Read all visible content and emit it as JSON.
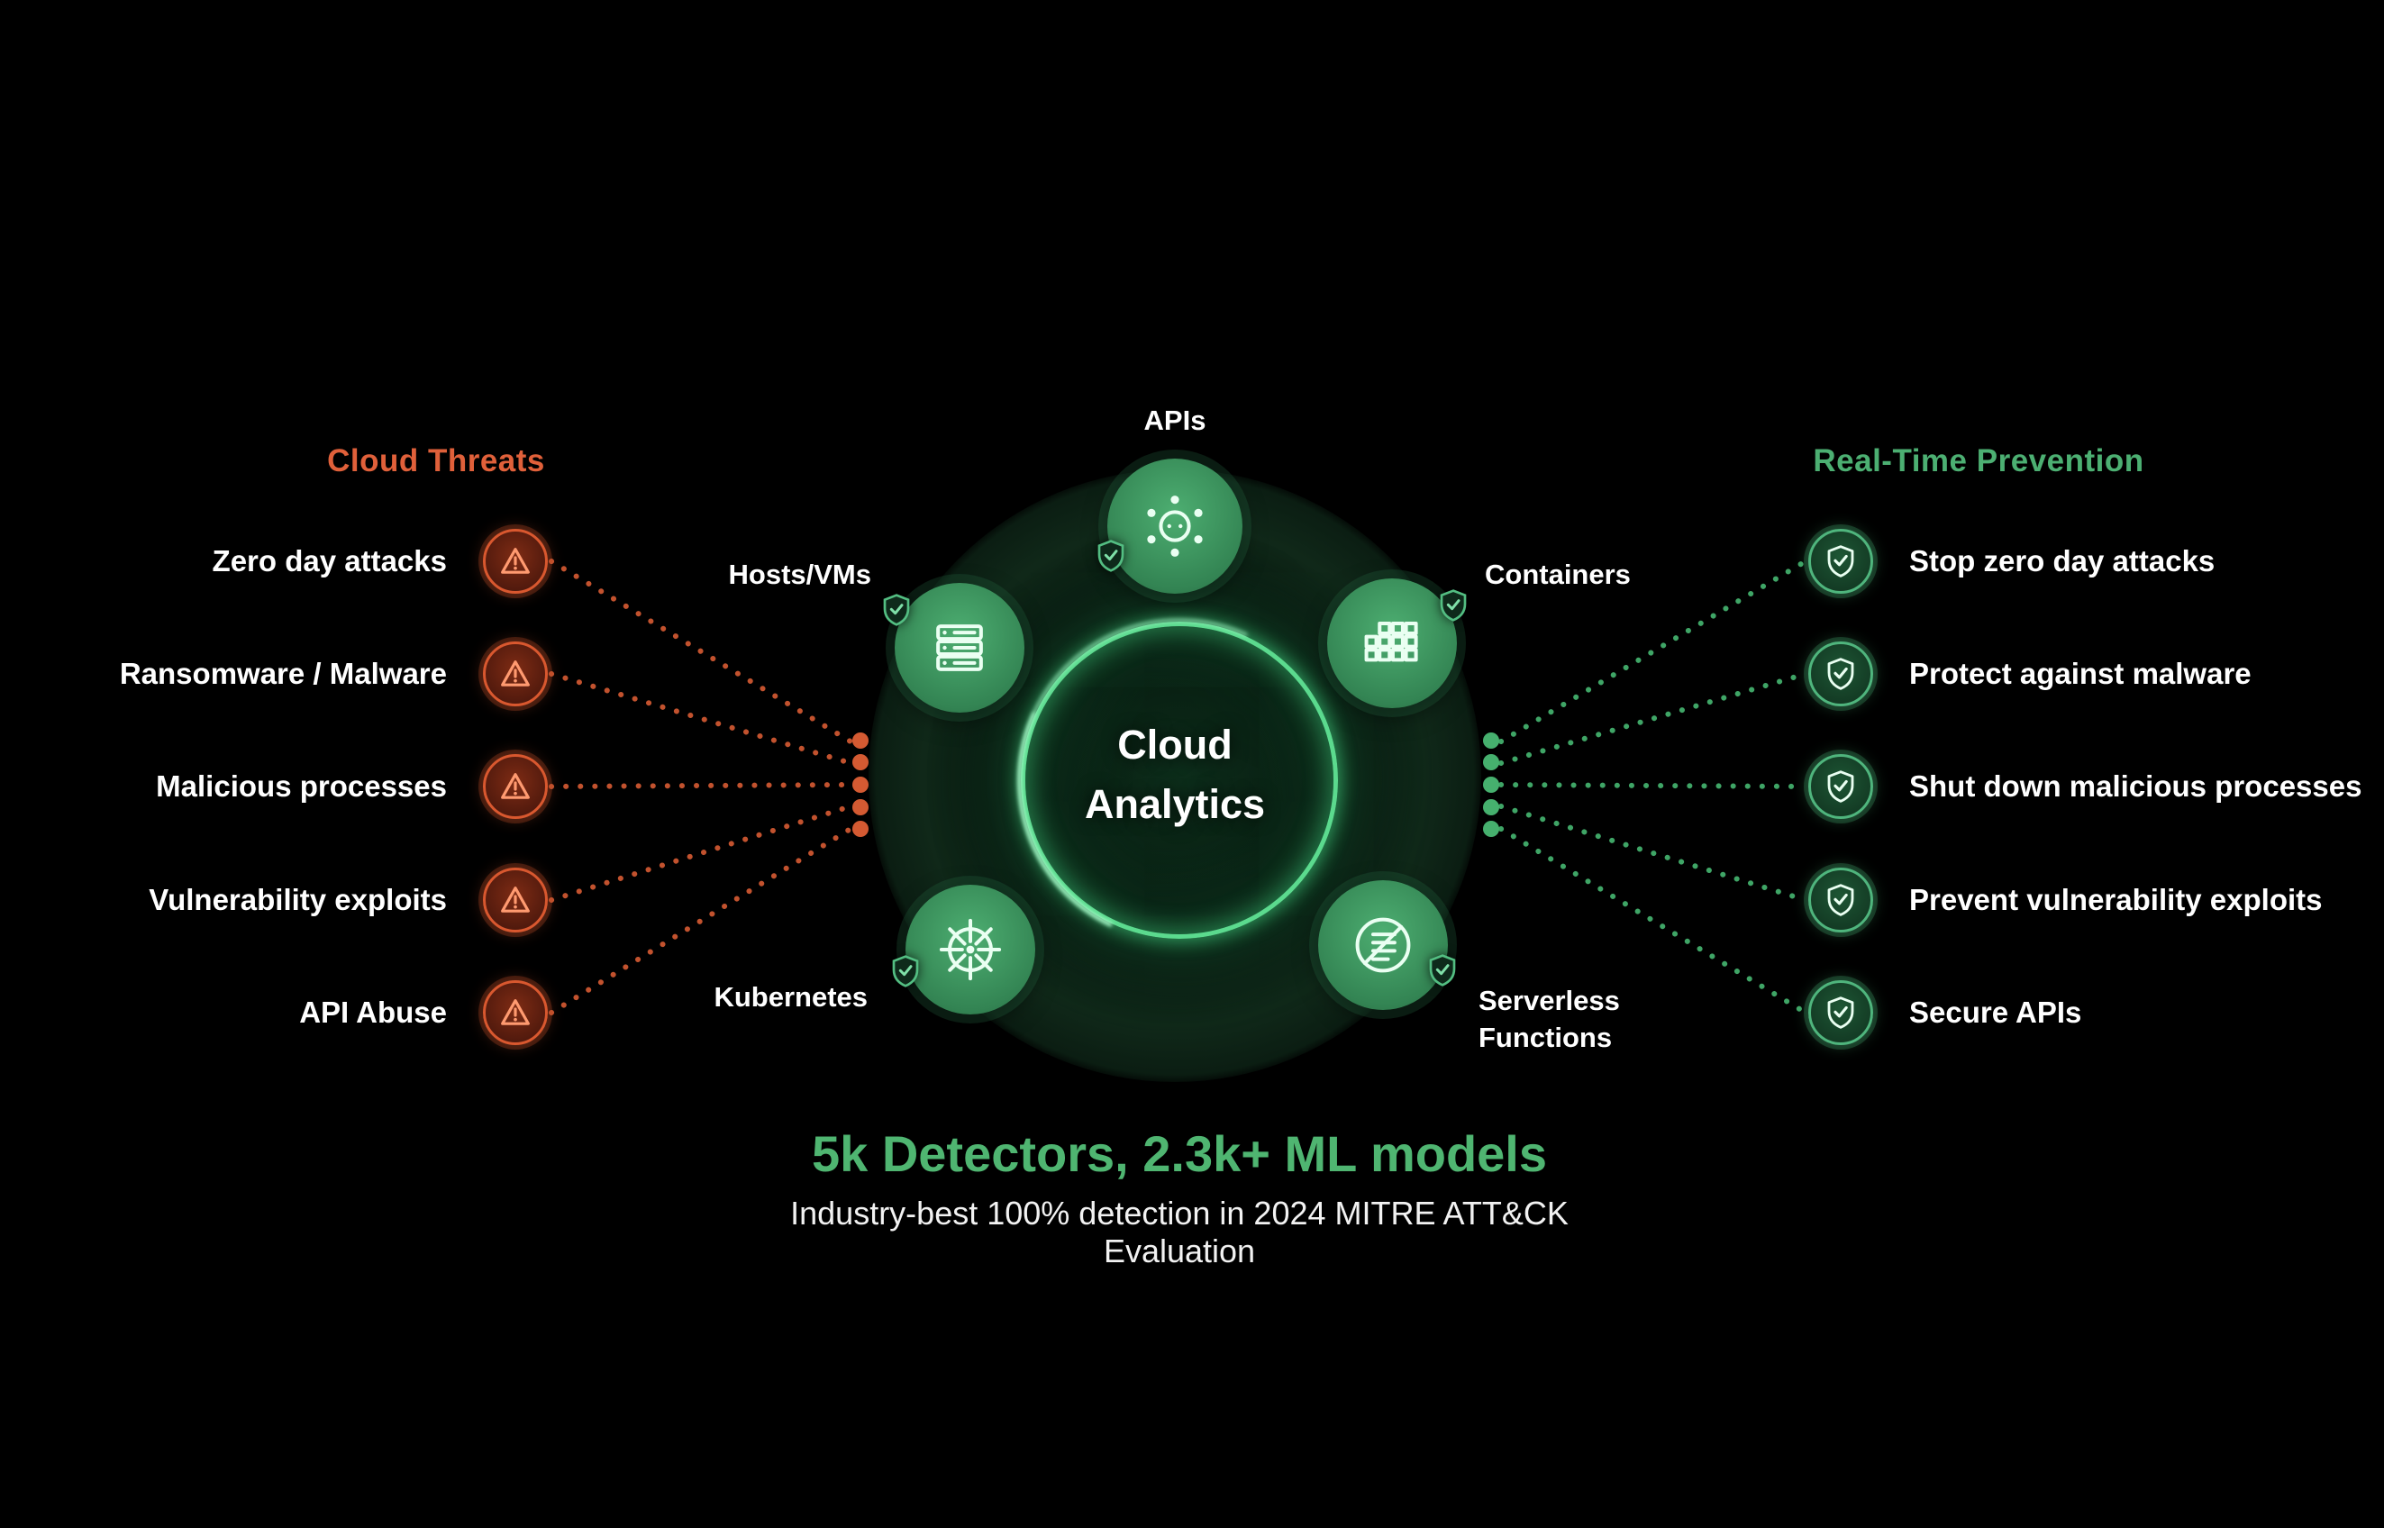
{
  "colors": {
    "background": "#000000",
    "threat_accent": "#E0603A",
    "threat_line": "#C2522E",
    "prevention_accent": "#4CAF72",
    "prevention_line": "#3FA566",
    "node_green": "#3F9E62",
    "ring_green": "#54E08D",
    "headline_green": "#4FB571",
    "text_white": "#FFFFFF"
  },
  "threats": {
    "heading": "Cloud Threats",
    "items": [
      {
        "label": "Zero day attacks",
        "icon": "warning-triangle-icon"
      },
      {
        "label": "Ransomware / Malware",
        "icon": "warning-triangle-icon"
      },
      {
        "label": "Malicious processes",
        "icon": "warning-triangle-icon"
      },
      {
        "label": "Vulnerability exploits",
        "icon": "warning-triangle-icon"
      },
      {
        "label": "API Abuse",
        "icon": "warning-triangle-icon"
      }
    ]
  },
  "prevention": {
    "heading": "Real-Time Prevention",
    "items": [
      {
        "label": "Stop zero day attacks",
        "icon": "shield-check-icon"
      },
      {
        "label": "Protect against malware",
        "icon": "shield-check-icon"
      },
      {
        "label": "Shut down malicious processes",
        "icon": "shield-check-icon"
      },
      {
        "label": "Prevent vulnerability exploits",
        "icon": "shield-check-icon"
      },
      {
        "label": "Secure APIs",
        "icon": "shield-check-icon"
      }
    ]
  },
  "hub": {
    "title_line1": "Cloud",
    "title_line2": "Analytics",
    "nodes": [
      {
        "label": "APIs",
        "icon": "api-network-icon"
      },
      {
        "label": "Hosts/VMs",
        "icon": "server-stack-icon"
      },
      {
        "label": "Containers",
        "icon": "container-grid-icon"
      },
      {
        "label": "Kubernetes",
        "icon": "kubernetes-helm-icon"
      },
      {
        "label": "Serverless Functions",
        "icon": "serverless-document-icon"
      }
    ]
  },
  "footer": {
    "headline": "5k Detectors, 2.3k+ ML models",
    "subheadline": "Industry-best 100% detection in 2024 MITRE ATT&CK Evaluation"
  }
}
